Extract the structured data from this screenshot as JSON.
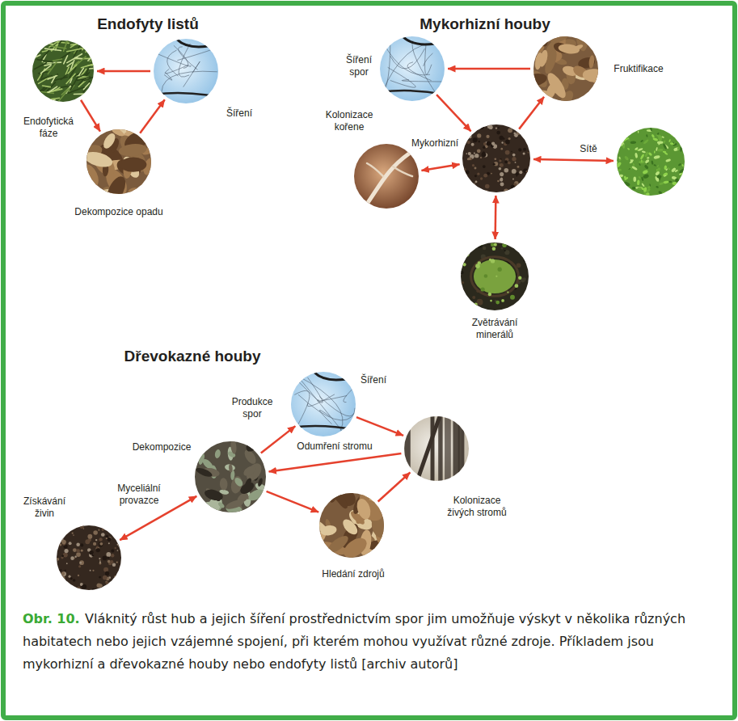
{
  "diagram": {
    "caption": "Vláknitý růst hub a jejich šíření prostřednictvím spor jim umožňuje výskyt v několika různých habitatech nebo jejich vzájemné spojení, při kterém mohou využívat různé zdroje. Příkladem jsou mykorhizní a dřevokazné houby nebo endofyty listů [archiv autorů]",
    "nodes": [
      {
        "text": [
          "Endofytická fáze"
        ]
      },
      {
        "text": [
          "Šíření"
        ]
      },
      {
        "text": [
          "Dekompozice opadu"
        ]
      },
      {
        "text": [
          "Šíření spor"
        ]
      },
      {
        "text": [
          "Fruktifikace"
        ]
      },
      {
        "text": [
          "Kolonizace kořene"
        ]
      },
      {
        "text": []
      },
      {
        "text": []
      },
      {
        "text": [
          "Zvětrávání minerálů"
        ]
      },
      {
        "text": [
          "Šíření"
        ]
      },
      {
        "text": [
          "Dekompozice"
        ]
      },
      {
        "text": [
          "Kolonizace živých stromů"
        ]
      },
      {
        "text": [
          "Získávání živin"
        ]
      },
      {
        "text": [
          "Hledání zdrojů"
        ]
      }
    ],
    "edges": [
      {
        "from": 1,
        "to": 0,
        "arrow": "to"
      },
      {
        "from": 0,
        "to": 2,
        "arrow": "to"
      },
      {
        "from": 2,
        "to": 1,
        "arrow": "to"
      },
      {
        "from": 3,
        "to": 6,
        "arrow": "to"
      },
      {
        "from": 6,
        "to": 4,
        "arrow": "to"
      },
      {
        "from": 4,
        "to": 3,
        "arrow": "to"
      },
      {
        "from": 5,
        "to": 6,
        "arrow": "both",
        "label": "Mykorhizní"
      },
      {
        "from": 6,
        "to": 7,
        "arrow": "both",
        "label": "Sítě"
      },
      {
        "from": 6,
        "to": 8,
        "arrow": "both"
      },
      {
        "from": 10,
        "to": 9,
        "arrow": "to",
        "label": "Produkce spor"
      },
      {
        "from": 9,
        "to": 11,
        "arrow": "to"
      },
      {
        "from": 11,
        "to": 10,
        "arrow": "to",
        "label": "Odumření stromu"
      },
      {
        "from": 10,
        "to": 13,
        "arrow": "to"
      },
      {
        "from": 13,
        "to": 11,
        "arrow": "to"
      },
      {
        "from": 10,
        "to": 12,
        "arrow": "both",
        "label": "Myceliální provazce"
      }
    ],
    "labels": [
      "Endofyty listů",
      "Mykorhizní houby",
      "Dřevokazné houby",
      "Obr. 10."
    ]
  }
}
